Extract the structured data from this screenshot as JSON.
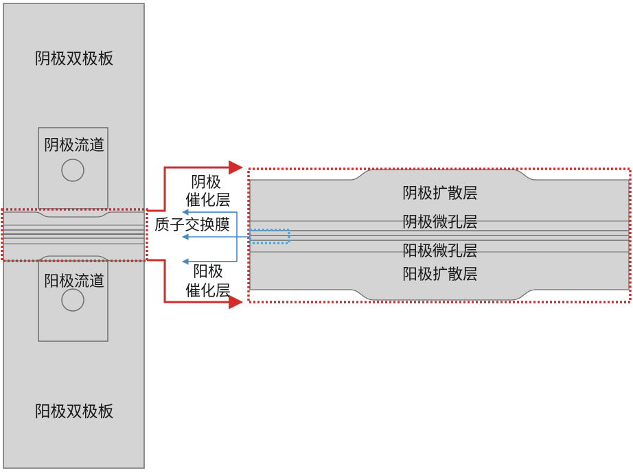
{
  "labels": {
    "cathode_bipolar_plate": "阴极双极板",
    "cathode_channel": "阴极流道",
    "anode_channel": "阳极流道",
    "anode_bipolar_plate": "阳极双极板",
    "cathode_catalyst_line1": "阴极",
    "cathode_catalyst_line2": "催化层",
    "membrane": "质子交换膜",
    "anode_catalyst_line1": "阳极",
    "anode_catalyst_line2": "催化层",
    "cathode_diffusion": "阴极扩散层",
    "cathode_microporous": "阴极微孔层",
    "anode_microporous": "阳极微孔层",
    "anode_diffusion": "阳极扩散层"
  },
  "colors": {
    "plate_fill": "#d4d4d4",
    "outline": "#6e6e6e",
    "highlight_red": "#d42a2a",
    "highlight_blue": "#4aa0d8",
    "arrow_blue": "#4a88c0"
  }
}
